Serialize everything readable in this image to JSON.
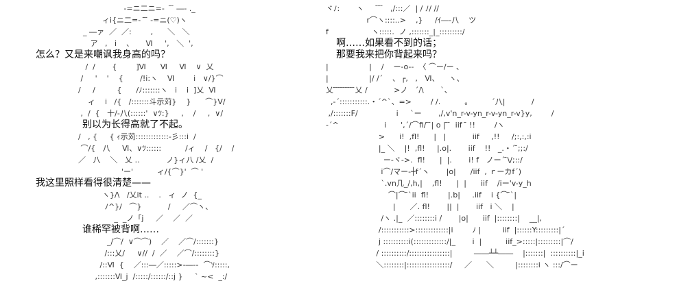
{
  "dialogue": {
    "left_1": "怎么？又是来嘲讽我身高的吗？",
    "left_2": "别以为长得高就了不起。",
    "left_3": "我这里照样看得很清楚——",
    "left_4": "谁稀罕被背啊……",
    "bubble_1": "啊……如果看不到的话；",
    "bubble_2": "那要我来把你背起来吗？"
  },
  "art_left": [
    "                       -=ニ二ニ=-   ̄ ̄ ―- ._",
    "              ィi{ニ二=-  ̄ ̄ -=ニ(♡)ヽ",
    "      _ ―ァ  ／  ／:        ,      ＼   ＼",
    "         ア   ,   i    、     Ⅵ     ',   ＼  ',",
    "",
    "       /  /       {        ]Ⅵ      Ⅵ     Ⅵ    ∨  乂",
    "     /     '    '    {       /!i:ヽ    Ⅵ        i   ∨/}⌒",
    "    /     /         {      /ﾉ:::::::ヽ   i    i  ]乂  Ⅵ",
    "        ィ    i   /{   /:::::::斗示苅}    }      ⌒}Ⅴ/",
    "     ,  /  {   十/-八(::::::'  ∨ﾂ:}     ,    /     ,  ∨/",
    "    /   , {     { ｨ示苅:::::::::::::-彡:::i  /",
    "     ⌒/{   八     Ⅵ、∨ﾂ::::::          /ィ    /   {/    /",
    "    ／   八    ＼   乂 ‥           ノ}ィ八 /乂  /",
    "                      'ー'          ィ/{⌒}'  ⌒ '",
    "              ヽ}/\\   /乂it ..    .   ィ  ノ  {_",
    "               ﾉ^}/   ⌒}           /     ／⌒ヽ、",
    "                   _  _ノ「j     ／    ／  ／",
    "                _/⌒/  ∨⌒⌒)    ／    ／⌒/:::::::}",
    "               /:::乂/     ∨//  /  ／    ／⌒/::::::::}",
    "             /::Ⅵ  {    ／:::―／:::::>-―--  ⌒ｿ:::::,",
    "           ,:::::::Ⅵ_j  /:::::/::::::/::j }     ` ~<  _:/"
  ],
  "art_right": [
    "ヾﾉ:       ヽ      ̄ ̄ ̄   ,/:::／  | / ﾉ/ //",
    "                 r⌒ヽ::::..>    ,}     /ｲ―-八    ツ",
    "f                  ヽ:::::.  ノ ,:::::::_|_:::::::::/",
    "|                 |    /    ー-o--  〈 ⌒ー/ー ､",
    "|                 |/ /´    ､  ┌,   ,   Ⅵ、    ヽ、",
    "乂 ̄ ̄ ̄ ̄ ̄ ̄ ̄ ̄ ̄乂 /           >ノ   ´/\\       `、",
    "  ,-´:::::::::::.・´^`、=>        / /.          。        ´八|           /",
    " ,/:::::::F/                i     `ー       ,/,v'n_r-v-yn_r-v-yn_r-v}y,        /",
    "-´^                   i      ',´/⌒fi/ ̄ ̄| o | ̄ ̄  iif  ̄ !!        /ヽ",
    "                      >      i!  ,fl!      |   |           iif     ,!!     /;:,:,:i",
    "                      |_ ＼    |!  ,fl!     |.o|.       iif    !!   _.・´ ̄;;:/",
    "                        ー-ヾ->.  fl!      |  |.       i! f   ノー´ ̄\\/;::/",
    "                       i⌒/マー-┼f´ヽ       |o|      /iif  , ｒーカf´)",
    "                       `.vn几_/,h,|    ,fl!      |  |      iif    /iー'v-y_h",
    "                          ⌒|⌒ ̄`ii  fl!        |.b|     .iif    i {⌒ ̄`|",
    "                            |      ／. fl!       ||  |       iif   i ＼    |",
    "                       /ヽ .|_  ／::::::::i /       |o|      iif  |::::::::|    __|,",
    "                      /:::::::::::>:::::::::::::|i        ﾉ |         iif  |::::::Y:::::::::|´",
    "                      j ::::::::::i(:::::::::::::/|_       i  |          iif_>:::::|:::::::::|⌒/",
    "                     / ::::::::::/::::::::::::::::|         ――┴┴――    |:::::::|  ::::::::::|_i",
    "                     ＼::::::::|:::::::::::::::::/     ／      ＼         |::::::::i ヽ :::/⌒ー"
  ]
}
